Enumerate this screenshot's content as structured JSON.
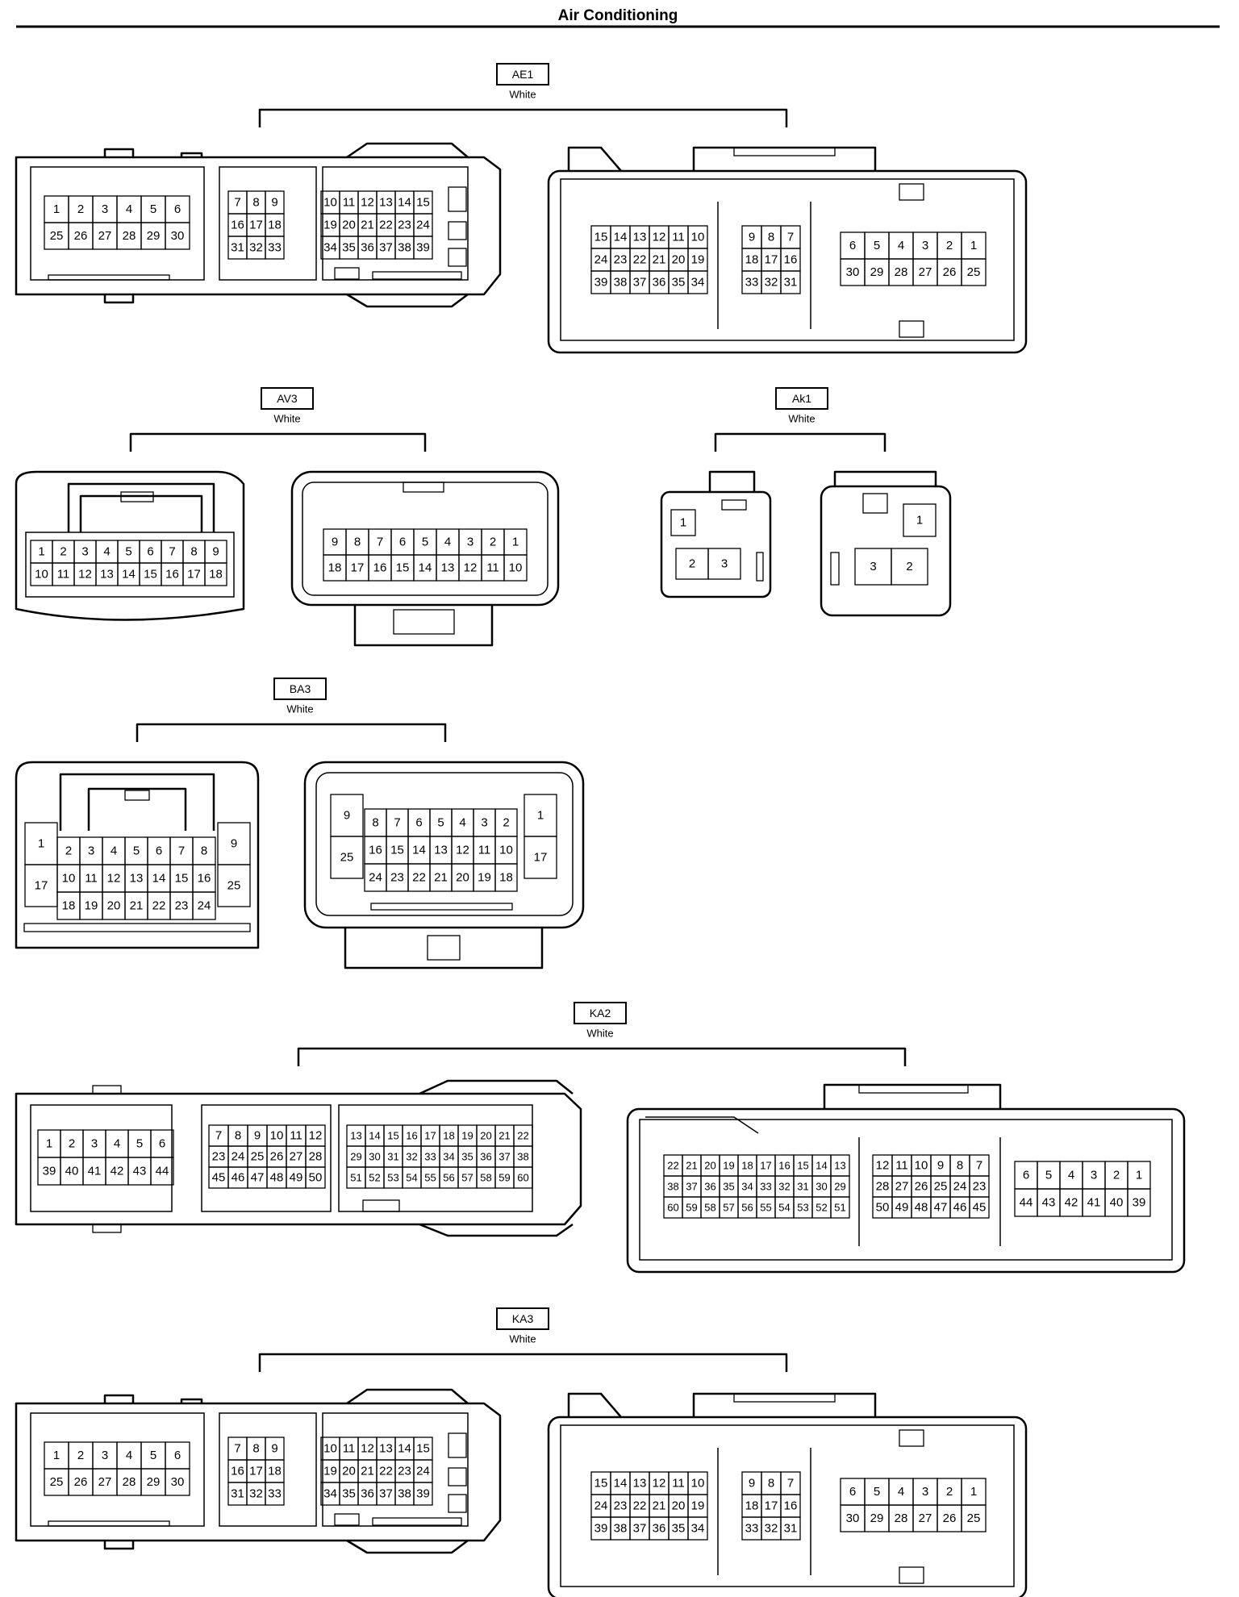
{
  "title": "Air Conditioning",
  "accent_color": "#000000",
  "connectors": [
    {
      "id": "AE1",
      "color": "White",
      "views": [
        {
          "groups": [
            {
              "rows": [
                [
                  "1",
                  "2",
                  "3",
                  "4",
                  "5",
                  "6"
                ],
                [
                  "25",
                  "26",
                  "27",
                  "28",
                  "29",
                  "30"
                ]
              ]
            },
            {
              "rows": [
                [
                  "7",
                  "8",
                  "9"
                ],
                [
                  "16",
                  "17",
                  "18"
                ],
                [
                  "31",
                  "32",
                  "33"
                ]
              ]
            },
            {
              "rows": [
                [
                  "10",
                  "11",
                  "12",
                  "13",
                  "14",
                  "15"
                ],
                [
                  "19",
                  "20",
                  "21",
                  "22",
                  "23",
                  "24"
                ],
                [
                  "34",
                  "35",
                  "36",
                  "37",
                  "38",
                  "39"
                ]
              ]
            }
          ]
        },
        {
          "groups": [
            {
              "rows": [
                [
                  "15",
                  "14",
                  "13",
                  "12",
                  "11",
                  "10"
                ],
                [
                  "24",
                  "23",
                  "22",
                  "21",
                  "20",
                  "19"
                ],
                [
                  "39",
                  "38",
                  "37",
                  "36",
                  "35",
                  "34"
                ]
              ]
            },
            {
              "rows": [
                [
                  "9",
                  "8",
                  "7"
                ],
                [
                  "18",
                  "17",
                  "16"
                ],
                [
                  "33",
                  "32",
                  "31"
                ]
              ]
            },
            {
              "rows": [
                [
                  "6",
                  "5",
                  "4",
                  "3",
                  "2",
                  "1"
                ],
                [
                  "30",
                  "29",
                  "28",
                  "27",
                  "26",
                  "25"
                ]
              ]
            }
          ]
        }
      ]
    },
    {
      "id": "AV3",
      "color": "White",
      "views": [
        {
          "groups": [
            {
              "rows": [
                [
                  "1",
                  "2",
                  "3",
                  "4",
                  "5",
                  "6",
                  "7",
                  "8",
                  "9"
                ],
                [
                  "10",
                  "11",
                  "12",
                  "13",
                  "14",
                  "15",
                  "16",
                  "17",
                  "18"
                ]
              ]
            }
          ]
        },
        {
          "groups": [
            {
              "rows": [
                [
                  "9",
                  "8",
                  "7",
                  "6",
                  "5",
                  "4",
                  "3",
                  "2",
                  "1"
                ],
                [
                  "18",
                  "17",
                  "16",
                  "15",
                  "14",
                  "13",
                  "12",
                  "11",
                  "10"
                ]
              ]
            }
          ]
        }
      ]
    },
    {
      "id": "Ak1",
      "color": "White",
      "views": [
        {
          "top": "1",
          "bottom": [
            "2",
            "3"
          ]
        },
        {
          "top": "1",
          "bottom": [
            "3",
            "2"
          ]
        }
      ]
    },
    {
      "id": "BA3",
      "color": "White",
      "views": [
        {
          "left": [
            "1",
            "17"
          ],
          "rows": [
            [
              "2",
              "3",
              "4",
              "5",
              "6",
              "7",
              "8"
            ],
            [
              "10",
              "11",
              "12",
              "13",
              "14",
              "15",
              "16"
            ],
            [
              "18",
              "19",
              "20",
              "21",
              "22",
              "23",
              "24"
            ]
          ],
          "right": [
            "9",
            "25"
          ]
        },
        {
          "left": [
            "9",
            "25"
          ],
          "rows": [
            [
              "8",
              "7",
              "6",
              "5",
              "4",
              "3",
              "2"
            ],
            [
              "16",
              "15",
              "14",
              "13",
              "12",
              "11",
              "10"
            ],
            [
              "24",
              "23",
              "22",
              "21",
              "20",
              "19",
              "18"
            ]
          ],
          "right": [
            "1",
            "17"
          ]
        }
      ]
    },
    {
      "id": "KA2",
      "color": "White",
      "views": [
        {
          "groups": [
            {
              "rows": [
                [
                  "1",
                  "2",
                  "3",
                  "4",
                  "5",
                  "6"
                ],
                [
                  "39",
                  "40",
                  "41",
                  "42",
                  "43",
                  "44"
                ]
              ]
            },
            {
              "rows": [
                [
                  "7",
                  "8",
                  "9",
                  "10",
                  "11",
                  "12"
                ],
                [
                  "23",
                  "24",
                  "25",
                  "26",
                  "27",
                  "28"
                ],
                [
                  "45",
                  "46",
                  "47",
                  "48",
                  "49",
                  "50"
                ]
              ]
            },
            {
              "rows": [
                [
                  "13",
                  "14",
                  "15",
                  "16",
                  "17",
                  "18",
                  "19",
                  "20",
                  "21",
                  "22"
                ],
                [
                  "29",
                  "30",
                  "31",
                  "32",
                  "33",
                  "34",
                  "35",
                  "36",
                  "37",
                  "38"
                ],
                [
                  "51",
                  "52",
                  "53",
                  "54",
                  "55",
                  "56",
                  "57",
                  "58",
                  "59",
                  "60"
                ]
              ]
            }
          ]
        },
        {
          "groups": [
            {
              "rows": [
                [
                  "22",
                  "21",
                  "20",
                  "19",
                  "18",
                  "17",
                  "16",
                  "15",
                  "14",
                  "13"
                ],
                [
                  "38",
                  "37",
                  "36",
                  "35",
                  "34",
                  "33",
                  "32",
                  "31",
                  "30",
                  "29"
                ],
                [
                  "60",
                  "59",
                  "58",
                  "57",
                  "56",
                  "55",
                  "54",
                  "53",
                  "52",
                  "51"
                ]
              ]
            },
            {
              "rows": [
                [
                  "12",
                  "11",
                  "10",
                  "9",
                  "8",
                  "7"
                ],
                [
                  "28",
                  "27",
                  "26",
                  "25",
                  "24",
                  "23"
                ],
                [
                  "50",
                  "49",
                  "48",
                  "47",
                  "46",
                  "45"
                ]
              ]
            },
            {
              "rows": [
                [
                  "6",
                  "5",
                  "4",
                  "3",
                  "2",
                  "1"
                ],
                [
                  "44",
                  "43",
                  "42",
                  "41",
                  "40",
                  "39"
                ]
              ]
            }
          ]
        }
      ]
    },
    {
      "id": "KA3",
      "color": "White",
      "views": [
        {
          "groups": [
            {
              "rows": [
                [
                  "1",
                  "2",
                  "3",
                  "4",
                  "5",
                  "6"
                ],
                [
                  "25",
                  "26",
                  "27",
                  "28",
                  "29",
                  "30"
                ]
              ]
            },
            {
              "rows": [
                [
                  "7",
                  "8",
                  "9"
                ],
                [
                  "16",
                  "17",
                  "18"
                ],
                [
                  "31",
                  "32",
                  "33"
                ]
              ]
            },
            {
              "rows": [
                [
                  "10",
                  "11",
                  "12",
                  "13",
                  "14",
                  "15"
                ],
                [
                  "19",
                  "20",
                  "21",
                  "22",
                  "23",
                  "24"
                ],
                [
                  "34",
                  "35",
                  "36",
                  "37",
                  "38",
                  "39"
                ]
              ]
            }
          ]
        },
        {
          "groups": [
            {
              "rows": [
                [
                  "15",
                  "14",
                  "13",
                  "12",
                  "11",
                  "10"
                ],
                [
                  "24",
                  "23",
                  "22",
                  "21",
                  "20",
                  "19"
                ],
                [
                  "39",
                  "38",
                  "37",
                  "36",
                  "35",
                  "34"
                ]
              ]
            },
            {
              "rows": [
                [
                  "9",
                  "8",
                  "7"
                ],
                [
                  "18",
                  "17",
                  "16"
                ],
                [
                  "33",
                  "32",
                  "31"
                ]
              ]
            },
            {
              "rows": [
                [
                  "6",
                  "5",
                  "4",
                  "3",
                  "2",
                  "1"
                ],
                [
                  "30",
                  "29",
                  "28",
                  "27",
                  "26",
                  "25"
                ]
              ]
            }
          ]
        }
      ]
    }
  ]
}
